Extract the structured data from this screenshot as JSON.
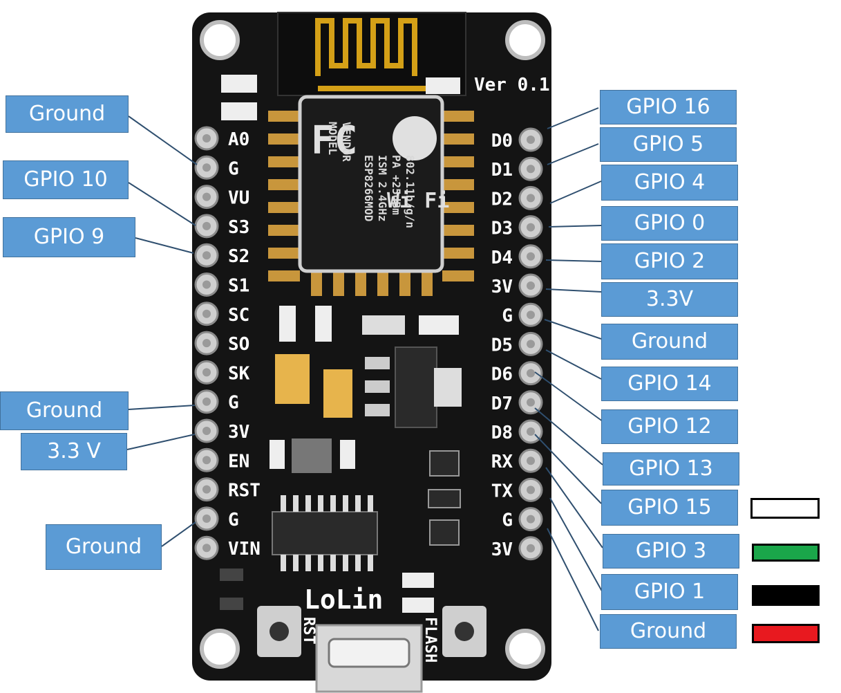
{
  "board": {
    "version_label": "Ver 0.1",
    "brand_label": "LoLin",
    "rst_button_label": "RST",
    "flash_button_label": "FLASH",
    "wifi_logo_text": "Wi Fi",
    "module_text": [
      "MODEL",
      "VENDOR",
      "ESP8266MOD",
      "ISM 2.4GHz",
      "PA +25dBm",
      "802.11b/g/n"
    ],
    "left_pins": [
      "A0",
      "G",
      "VU",
      "S3",
      "S2",
      "S1",
      "SC",
      "SO",
      "SK",
      "G",
      "3V",
      "EN",
      "RST",
      "G",
      "VIN"
    ],
    "right_pins": [
      "D0",
      "D1",
      "D2",
      "D3",
      "D4",
      "3V",
      "G",
      "D5",
      "D6",
      "D7",
      "D8",
      "RX",
      "TX",
      "G",
      "3V"
    ]
  },
  "labels": {
    "left": [
      "Ground",
      "GPIO 10",
      "GPIO 9",
      "Ground",
      "3.3 V",
      "Ground"
    ],
    "right": [
      "GPIO 16",
      "GPIO 5",
      "GPIO 4",
      "GPIO 0",
      "GPIO 2",
      "3.3V",
      "Ground",
      "GPIO 14",
      "GPIO 12",
      "GPIO 13",
      "GPIO 15",
      "GPIO 3",
      "GPIO 1",
      "Ground"
    ]
  },
  "wire_colors": [
    "#ffffff",
    "#1aa64a",
    "#000000",
    "#e8191f"
  ],
  "colors": {
    "callout": "#5b9bd5",
    "callout_border": "#41719c",
    "pcb": "#141414",
    "connector_line": "#2f4f6f"
  }
}
